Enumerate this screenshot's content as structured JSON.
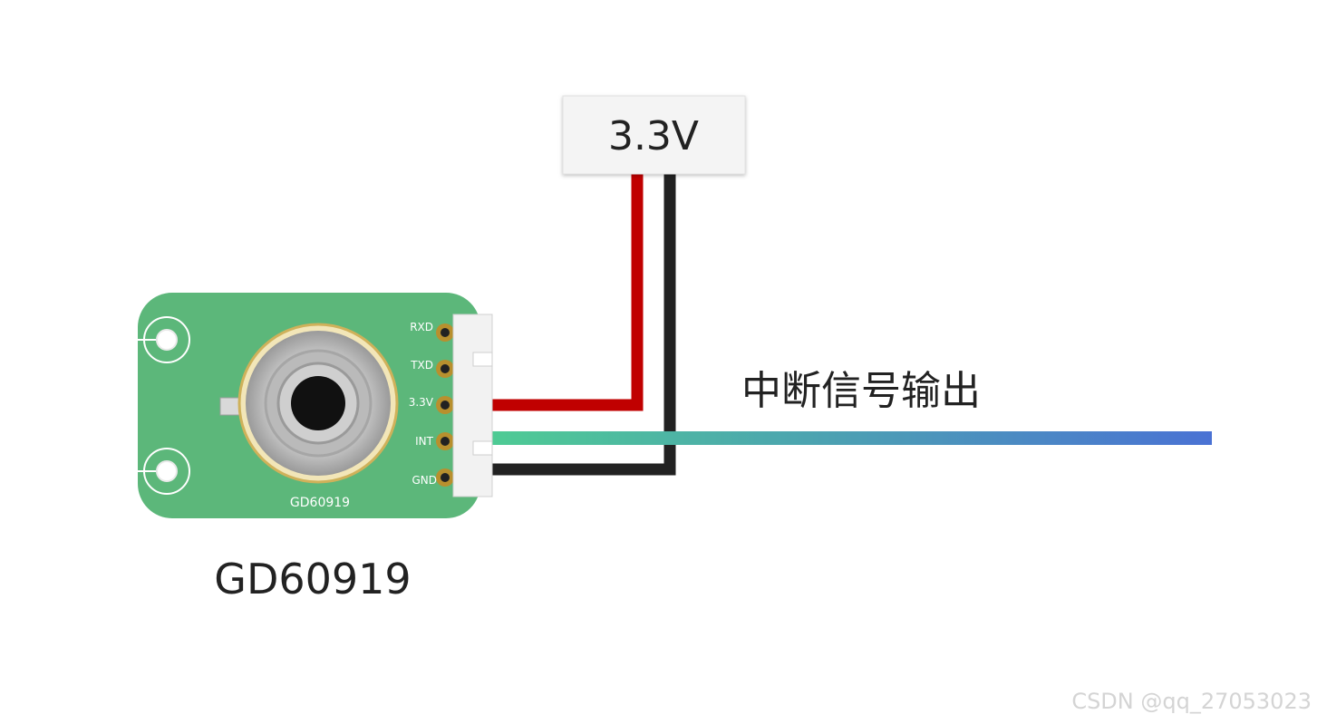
{
  "power_label": "3.3V",
  "interrupt_label": "中断信号输出",
  "module_label": "GD60919",
  "board_silk": "GD60919",
  "pins": [
    "RXD",
    "TXD",
    "3.3V",
    "INT",
    "GND"
  ],
  "watermark": "CSDN @qq_27053023",
  "colors": {
    "board": "#5cb77a",
    "board_edge": "#56ad72",
    "wire_power": "#c00000",
    "wire_ground": "#222222",
    "wire_signal_start": "#4ecb94",
    "wire_signal_end": "#4a72d4",
    "connector": "#f2f2f2",
    "pad": "#b8902e",
    "sensor_ring": "#cfb15a"
  }
}
